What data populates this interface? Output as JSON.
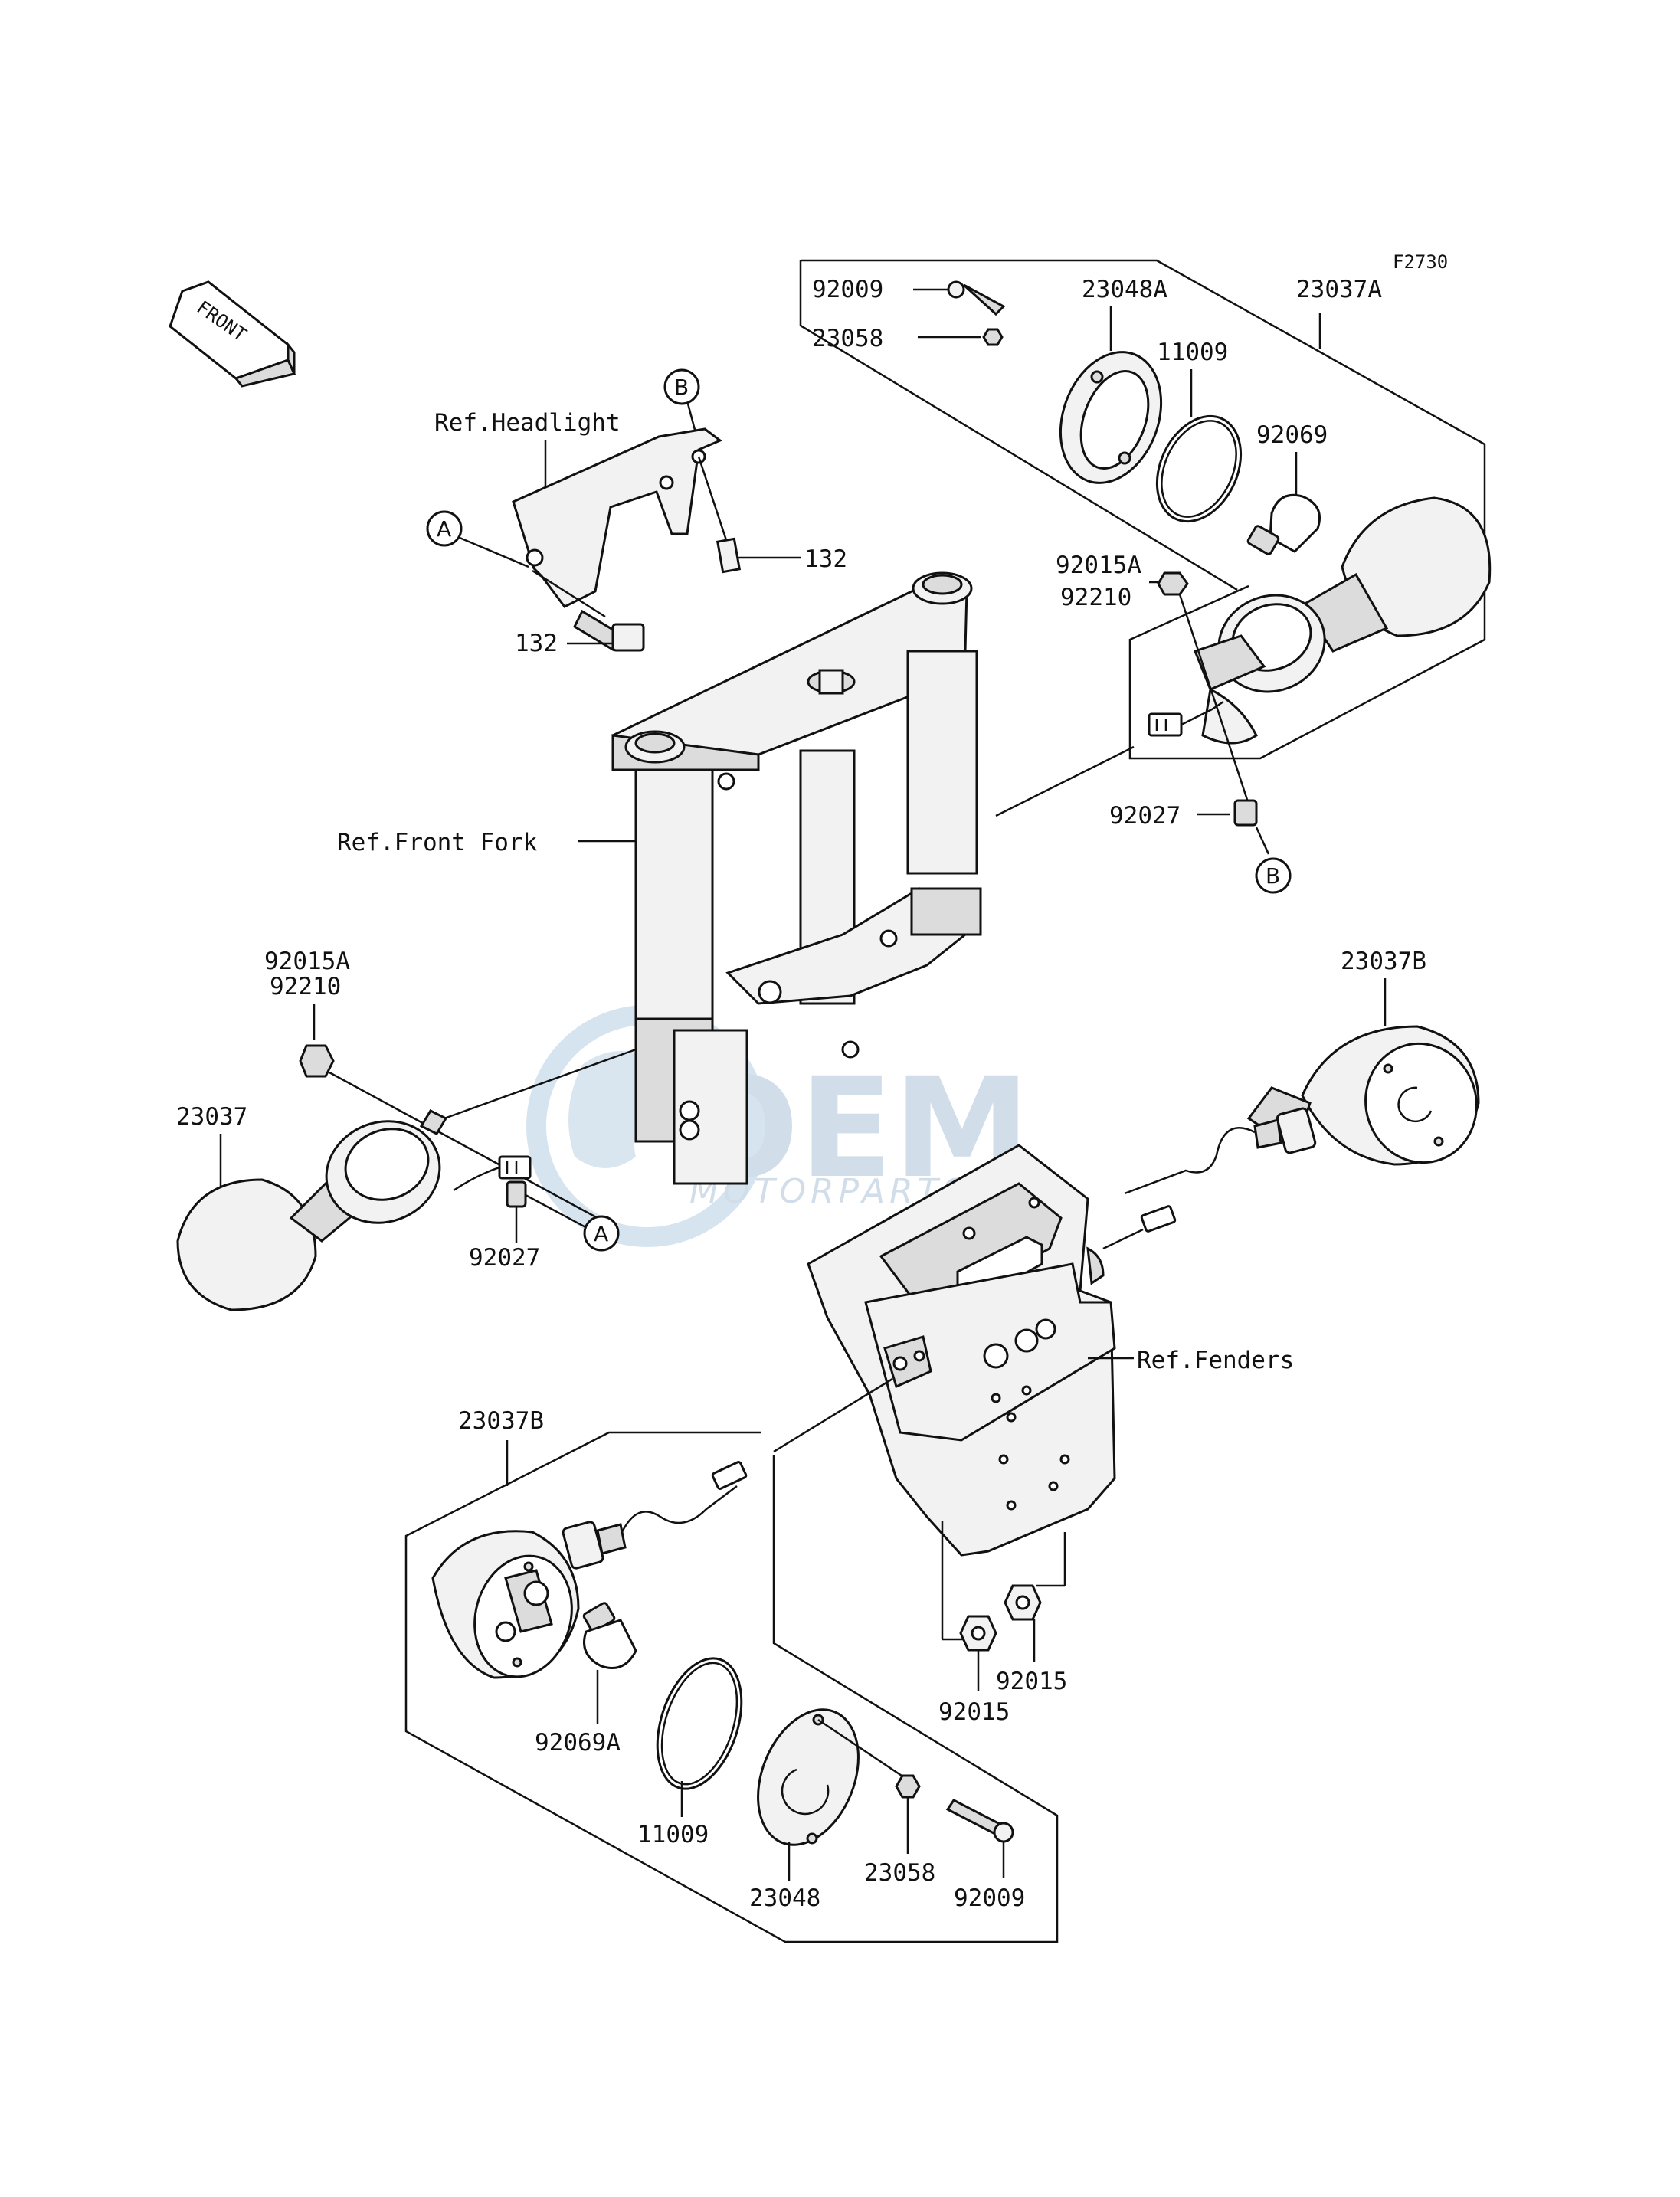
{
  "figure_id": "F2730",
  "front_arrow_label": "FRONT",
  "watermark": {
    "main": "OEM",
    "sub": "MOTORPARTS"
  },
  "callouts": {
    "a": "A",
    "b": "B"
  },
  "refs": {
    "headlight": "Ref.Headlight",
    "front_fork": "Ref.Front Fork",
    "fenders": "Ref.Fenders"
  },
  "parts": {
    "p92009_top": "92009",
    "p23048A": "23048A",
    "p23037A": "23037A",
    "p23058_top": "23058",
    "p11009_top": "11009",
    "p92069": "92069",
    "p132_upper": "132",
    "p132_lower": "132",
    "p92015A_right": "92015A",
    "p92210_right": "92210",
    "p92027_right": "92027",
    "p92015A_left": "92015A",
    "p92210_left": "92210",
    "p23037": "23037",
    "p92027_left": "92027",
    "p23037B_right": "23037B",
    "p23037B_lower": "23037B",
    "p92069A": "92069A",
    "p11009_bottom": "11009",
    "p23048": "23048",
    "p23058_bottom": "23058",
    "p92009_bottom": "92009",
    "p92015_a": "92015",
    "p92015_b": "92015"
  }
}
